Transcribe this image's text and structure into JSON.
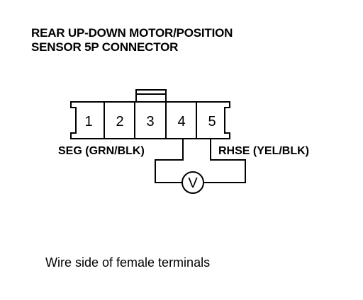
{
  "title": {
    "line1": "REAR UP-DOWN MOTOR/POSITION",
    "line2": "SENSOR 5P CONNECTOR"
  },
  "connector": {
    "pins": [
      "1",
      "2",
      "3",
      "4",
      "5"
    ]
  },
  "wires": {
    "left_label": "SEG (GRN/BLK)",
    "right_label": "RHSE (YEL/BLK)"
  },
  "meter": {
    "symbol": "V",
    "icon": "voltmeter-icon"
  },
  "caption": "Wire side of female terminals"
}
